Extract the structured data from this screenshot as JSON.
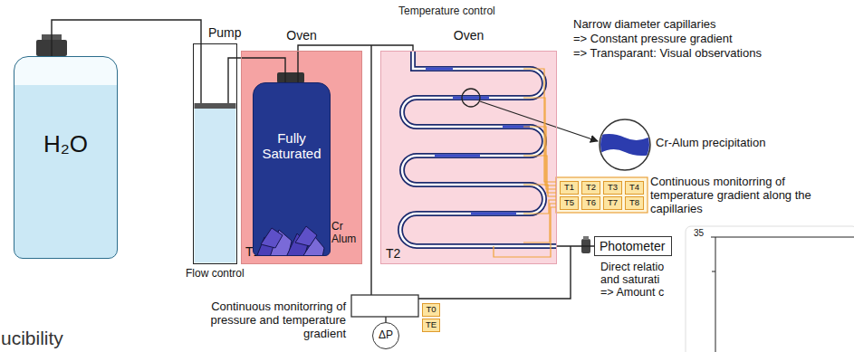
{
  "diagram": {
    "nodes": [
      {
        "text": [
          "H₂O"
        ]
      },
      {
        "text": [
          "Pump"
        ]
      },
      {
        "text": [
          "Oven",
          "T1"
        ]
      },
      {
        "text": [
          "Fully Saturated"
        ],
        "in": 2
      },
      {
        "text": [
          "Oven",
          "T2"
        ]
      },
      {
        "text": [
          "T1"
        ]
      },
      {
        "text": [
          "T2"
        ]
      },
      {
        "text": [
          "T3"
        ]
      },
      {
        "text": [
          "T4"
        ]
      },
      {
        "text": [
          "T5"
        ]
      },
      {
        "text": [
          "T6"
        ]
      },
      {
        "text": [
          "T7"
        ]
      },
      {
        "text": [
          "T8"
        ]
      },
      {
        "text": [
          "Photometer"
        ]
      },
      {
        "text": [
          "ΔP"
        ]
      },
      {
        "text": [
          "T0"
        ]
      },
      {
        "text": [
          "TE"
        ]
      }
    ],
    "edges": [
      {
        "from": 0,
        "to": 1,
        "arrow": "none"
      },
      {
        "from": 1,
        "to": 3,
        "arrow": "none"
      },
      {
        "from": 3,
        "to": 4,
        "arrow": "none"
      },
      {
        "from": 4,
        "to": 13,
        "arrow": "none"
      }
    ],
    "labels": [
      "Temperature control",
      "Narrow diameter capillaries",
      "=> Constant pressure gradient",
      "=> Transparant: Visual observations",
      "Cr Alum",
      "Cr-Alum precipitation",
      "Continuous monitorring of temperature gradient along the capillaries",
      "Flow control",
      "Direct relatio",
      "and saturati",
      "=> Amount c",
      "Continuous monitorring of pressure and temperature gradient",
      "35",
      "ucibility"
    ]
  }
}
